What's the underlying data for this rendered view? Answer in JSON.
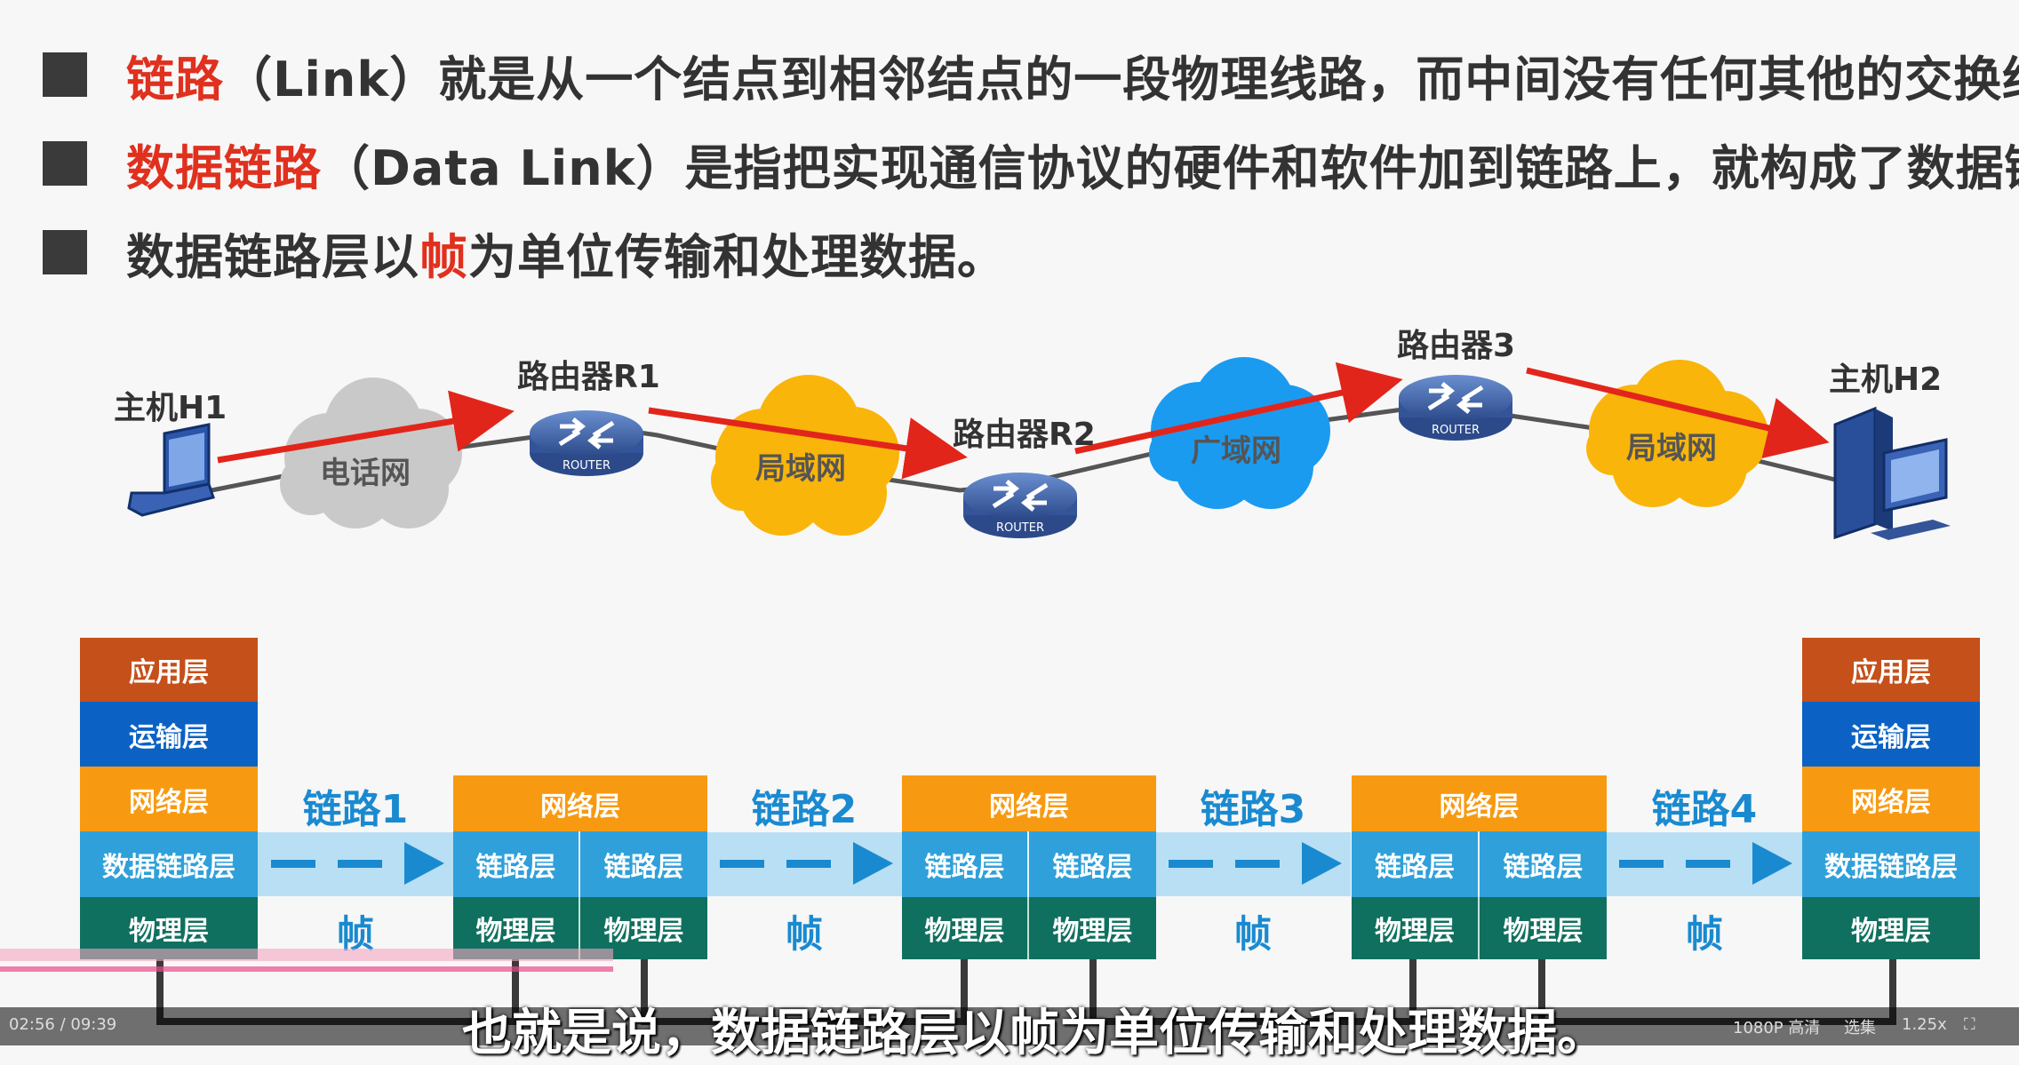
{
  "bullets": [
    {
      "term": "链路",
      "rest": "（Link）就是从一个结点到相邻结点的一段物理线路，而中间没有任何其他的交换结"
    },
    {
      "term": "数据链路",
      "rest": "（Data Link）是指把实现通信协议的硬件和软件加到链路上，就构成了数据链路"
    },
    {
      "pre": "数据链路层以",
      "term": "帧",
      "rest": "为单位传输和处理数据。"
    }
  ],
  "network": {
    "host1": "主机H1",
    "host2": "主机H2",
    "r1": "路由器R1",
    "r2": "路由器R2",
    "r3": "路由器3",
    "router_text": "ROUTER",
    "clouds": [
      "电话网",
      "局域网",
      "广域网",
      "局域网"
    ]
  },
  "layers": {
    "app": "应用层",
    "transport": "运输层",
    "network": "网络层",
    "datalink": "数据链路层",
    "link": "链路层",
    "physical": "物理层"
  },
  "links": [
    "链路1",
    "链路2",
    "链路3",
    "链路4"
  ],
  "frame": "帧",
  "player": {
    "time": "02:56 / 09:39",
    "quality": "1080P 高清",
    "select": "选集",
    "speed": "1.25x",
    "subtitle": "也就是说，数据链路层以帧为单位传输和处理数据。"
  },
  "colors": {
    "accent_red": "#e0301e",
    "app": "#c5501a",
    "transport": "#0b62c4",
    "network": "#f79a12",
    "datalink": "#2fa0da",
    "physical": "#10705f"
  }
}
